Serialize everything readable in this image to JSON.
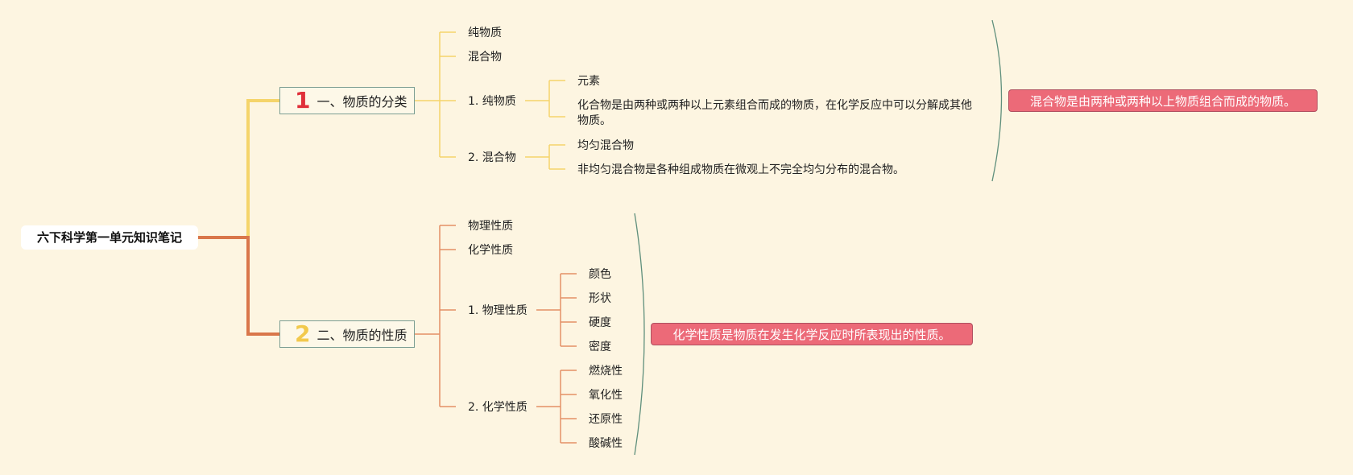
{
  "root": {
    "title": "六下科学第一单元知识笔记"
  },
  "branches": [
    {
      "num": "1",
      "label": "一、物质的分类",
      "color": "#f2c94c",
      "num_color": "#e0303a",
      "children": {
        "c1": "纯物质",
        "c2": "混合物",
        "c3": "1. 纯物质",
        "c3_items": [
          "元素",
          "化合物是由两种或两种以上元素组合而成的物质，在化学反应中可以分解成其他",
          "物质。"
        ],
        "c4": "2. 混合物",
        "c4_items": [
          "均匀混合物",
          "非均匀混合物是各种组成物质在微观上不完全均匀分布的混合物。"
        ]
      },
      "note": "混合物是由两种或两种以上物质组合而成的物质。"
    },
    {
      "num": "2",
      "label": "二、物质的性质",
      "color": "#e08a5c",
      "num_color": "#f2c94c",
      "children": {
        "c1": "物理性质",
        "c2": "化学性质",
        "c3": "1. 物理性质",
        "c3_items": [
          "颜色",
          "形状",
          "硬度",
          "密度"
        ],
        "c4": "2. 化学性质",
        "c4_items": [
          "燃烧性",
          "氧化性",
          "还原性",
          "酸碱性"
        ]
      },
      "note": "化学性质是物质在发生化学反应时所表现出的性质。"
    }
  ],
  "colors": {
    "background": "#fdf5e1",
    "root_link": "#d9764a",
    "branch1_line": "#f5d46a",
    "branch2_line": "#e39066",
    "note_bg": "#ec6a78",
    "bracket": "#5f8f7c"
  }
}
